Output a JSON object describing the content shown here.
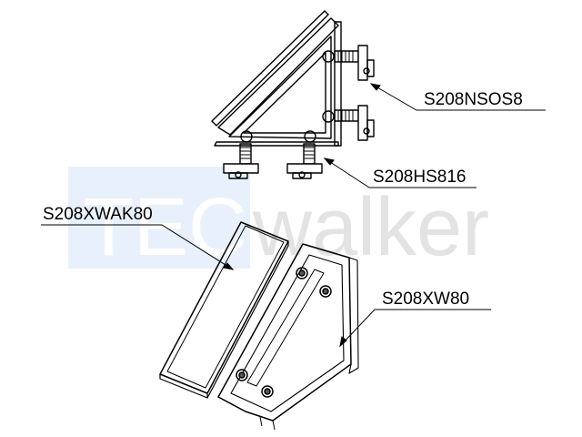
{
  "watermark": {
    "brand_left": "TEC",
    "brand_right": "walker",
    "box_color": "#e8f1fb",
    "left_text_color": "#ffffff",
    "right_text_color": "#e3e3e3"
  },
  "callouts": {
    "nut_screw": "S208NSOS8",
    "hammer_screw": "S208HS816",
    "cover": "S208XWAK80",
    "bracket": "S208XW80"
  },
  "line_color": "#000000"
}
